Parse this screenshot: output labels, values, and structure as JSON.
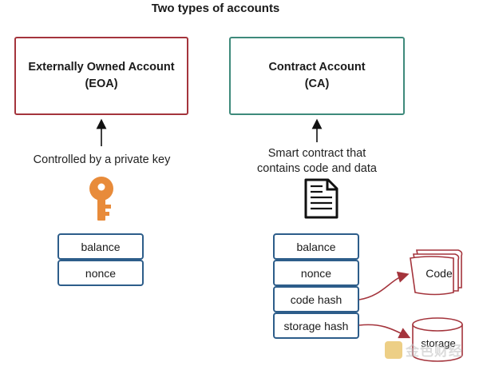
{
  "title": "Two types of accounts",
  "eoa": {
    "title_line1": "Externally Owned Account",
    "title_line2": "(EOA)",
    "caption": "Controlled by a private key",
    "fields": [
      "balance",
      "nonce"
    ],
    "color": "#a4343c",
    "icon": "key-icon",
    "icon_color": "#e88b3a"
  },
  "ca": {
    "title_line1": "Contract Account",
    "title_line2": "(CA)",
    "caption_line1": "Smart contract that",
    "caption_line2": "contains code and data",
    "fields": [
      "balance",
      "nonce",
      "code hash",
      "storage hash"
    ],
    "color": "#3e8a7b",
    "icon": "document-icon"
  },
  "code_store": {
    "label": "Code",
    "color": "#a4343c",
    "icon": "stacked-pages-icon"
  },
  "storage_store": {
    "label": "storage",
    "color": "#a4343c",
    "icon": "database-cylinder-icon"
  },
  "field_border_color": "#2d5d8a",
  "arrow_color": "#a4343c",
  "watermark": {
    "text": "金色财经"
  }
}
